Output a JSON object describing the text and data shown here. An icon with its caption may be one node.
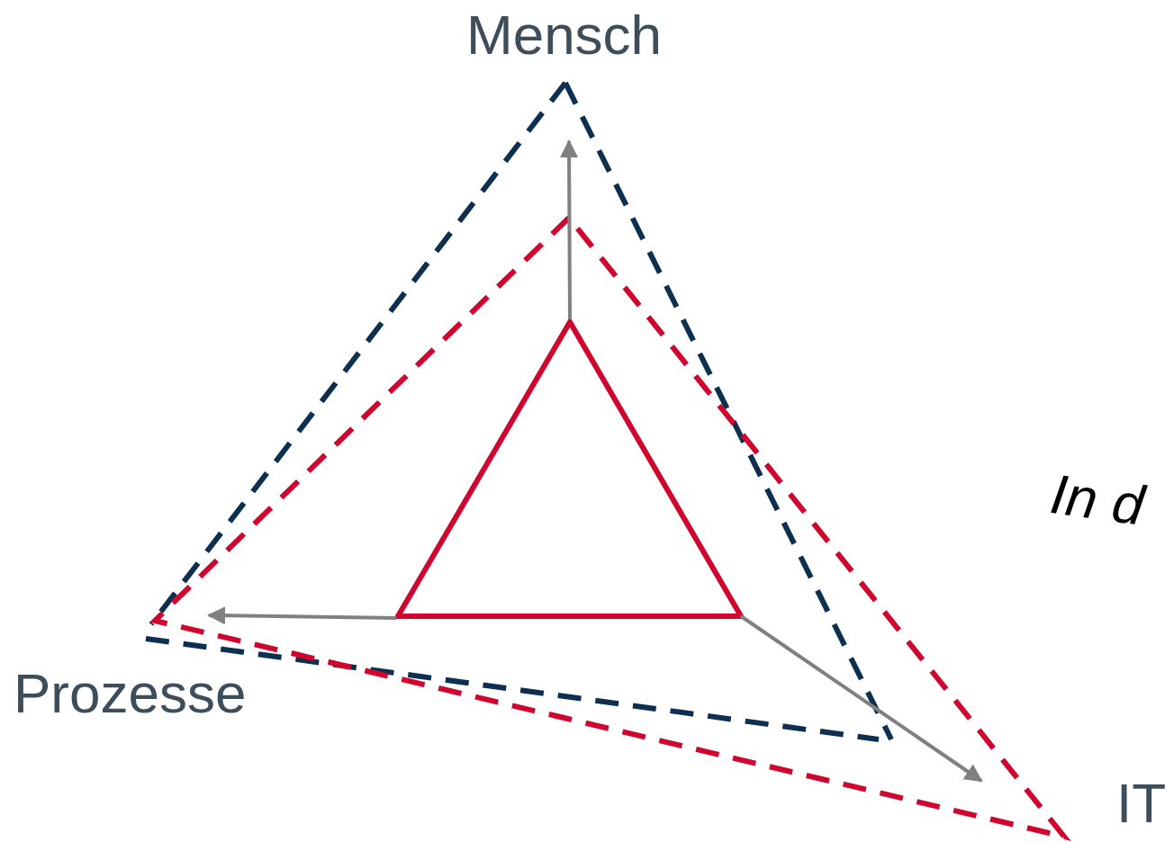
{
  "diagram": {
    "labels": [
      "Mensch",
      "Prozesse",
      "IT",
      "In d"
    ]
  }
}
